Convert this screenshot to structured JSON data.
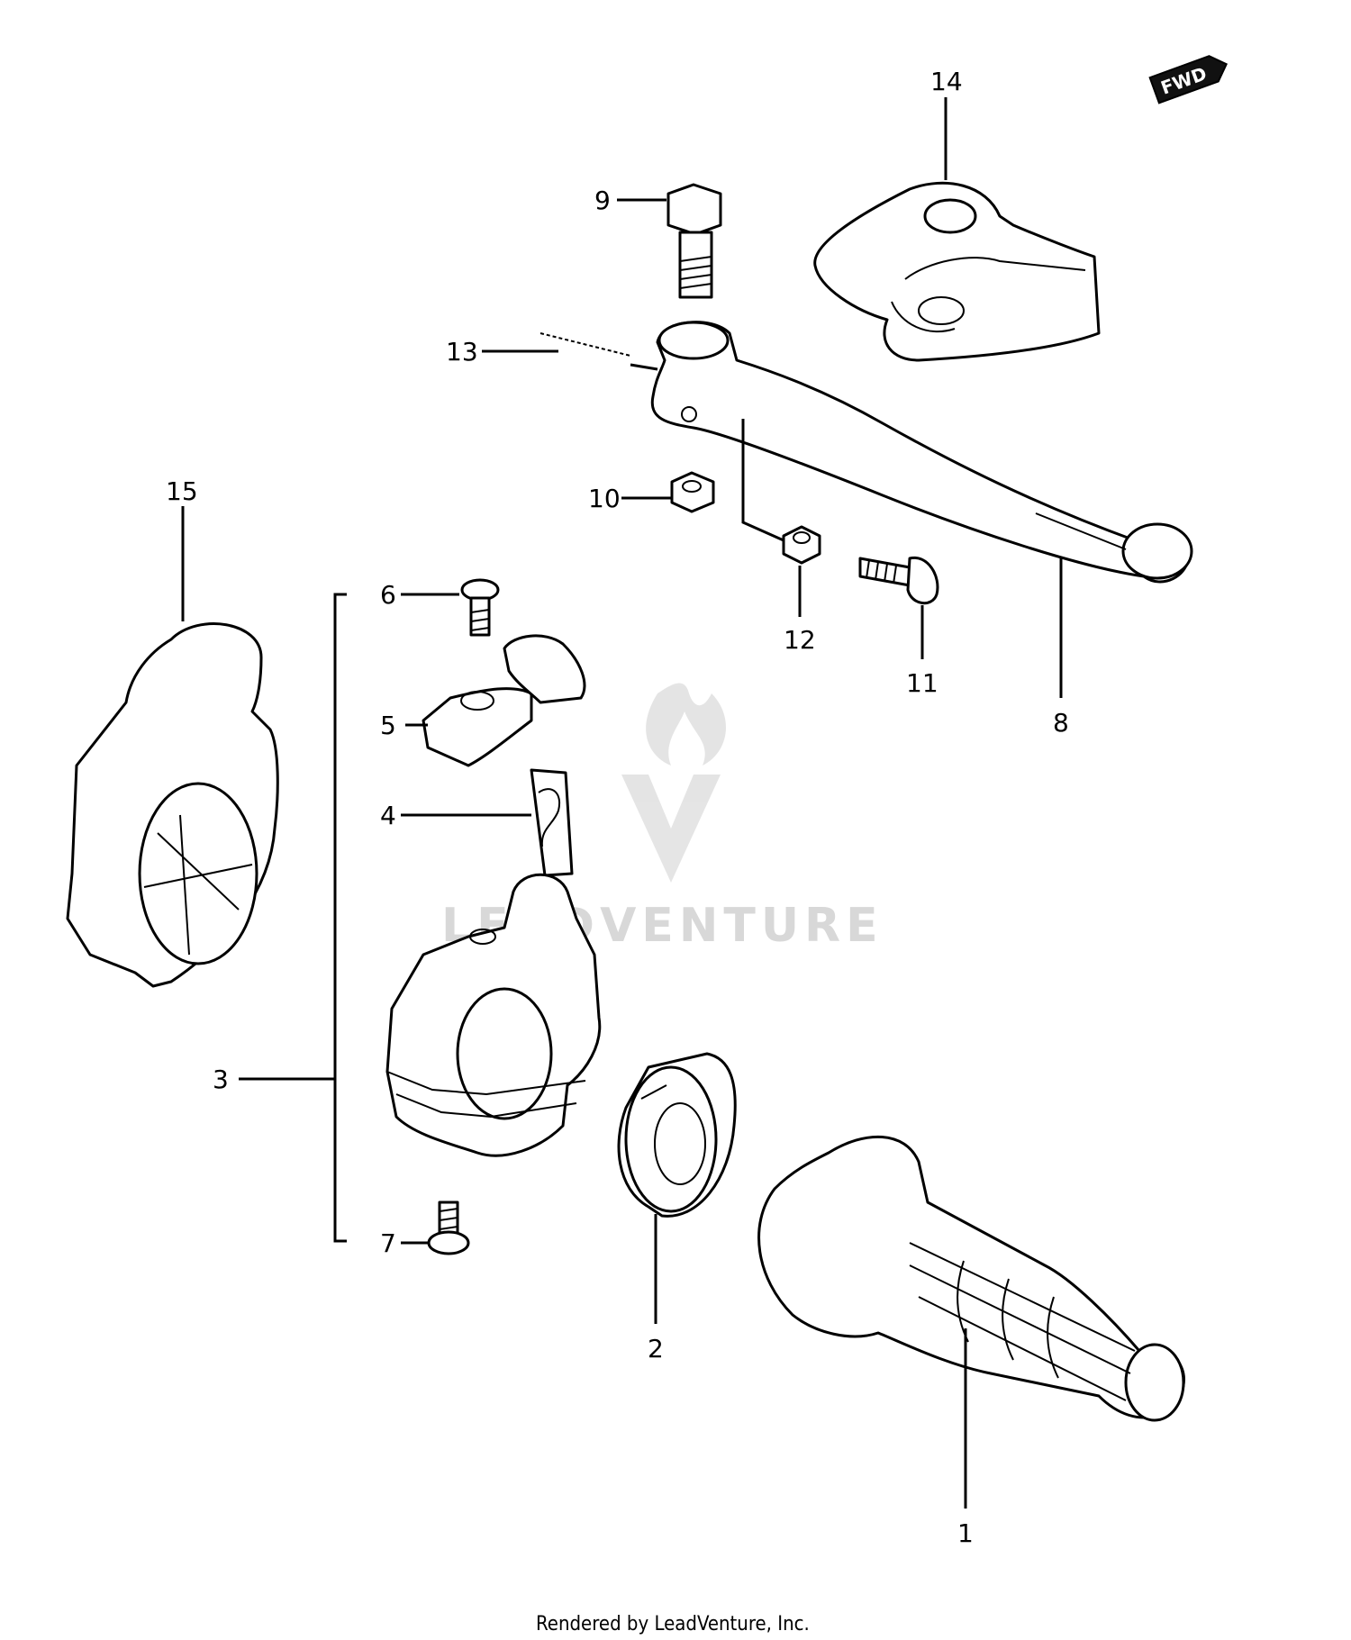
{
  "callouts": {
    "c1": "1",
    "c2": "2",
    "c3": "3",
    "c4": "4",
    "c5": "5",
    "c6": "6",
    "c7": "7",
    "c8": "8",
    "c9": "9",
    "c10": "10",
    "c11": "11",
    "c12": "12",
    "c13": "13",
    "c14": "14",
    "c15": "15"
  },
  "fwd_badge": "FWD",
  "watermark": "LEADVENTURE",
  "footer": "Rendered by LeadVenture, Inc."
}
